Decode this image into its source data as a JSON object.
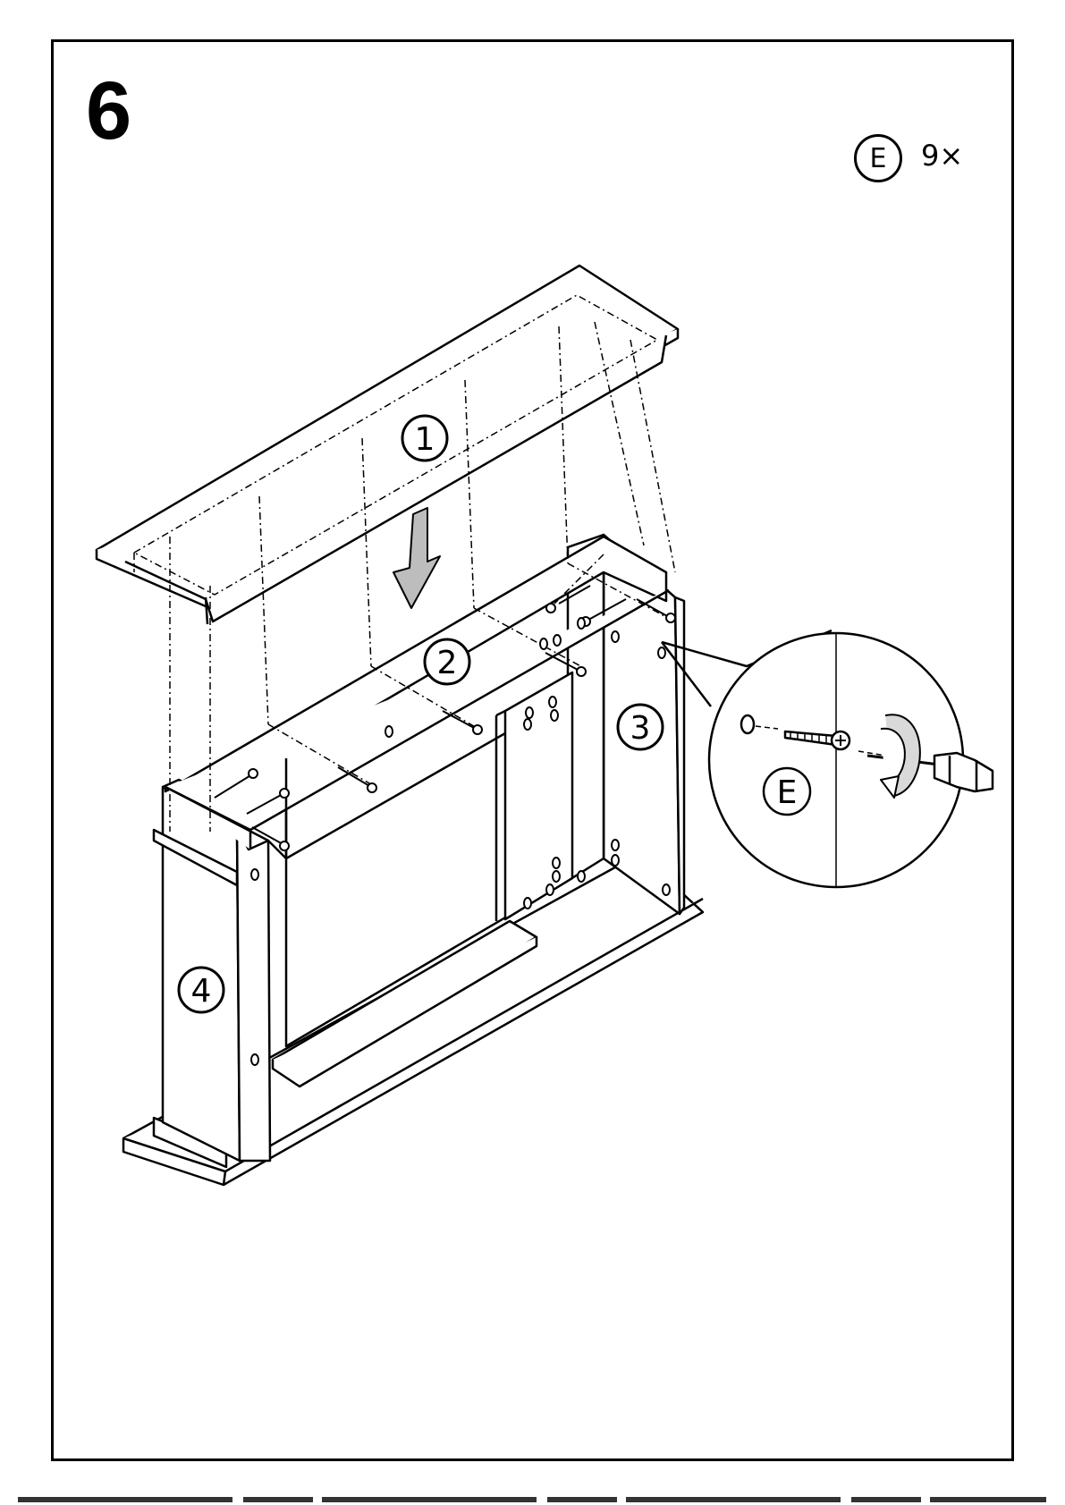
{
  "step": {
    "number": "6"
  },
  "hardware": {
    "label": "E",
    "quantity": "9×"
  },
  "parts": {
    "p1": "1",
    "p2": "2",
    "p3": "3",
    "p4": "4"
  },
  "detail": {
    "screw_label": "E"
  },
  "colors": {
    "line": "#000000",
    "fill": "#ffffff",
    "arrow": "#bdbdbd"
  }
}
